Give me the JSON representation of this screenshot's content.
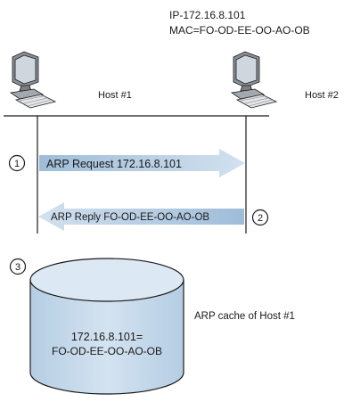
{
  "host2_info": {
    "ip": "IP-172.16.8.101",
    "mac": "MAC=FO-OD-EE-OO-AO-OB"
  },
  "hosts": [
    {
      "label": "Host #1"
    },
    {
      "label": "Host #2"
    }
  ],
  "steps": [
    {
      "number": "1",
      "label": "ARP Request 172.16.8.101",
      "direction": "right"
    },
    {
      "number": "2",
      "label": "ARP Reply FO-OD-EE-OO-AO-OB",
      "direction": "left"
    },
    {
      "number": "3"
    }
  ],
  "cache": {
    "caption": "ARP cache of Host #1",
    "entry_ip": "172.16.8.101=",
    "entry_mac": "FO-OD-EE-OO-AO-OB"
  },
  "colors": {
    "arrow_fill": "#bdd2e6",
    "cylinder_body": "#c6d9ea",
    "cylinder_top": "#dce8f3",
    "outline": "#1a1a1a"
  }
}
